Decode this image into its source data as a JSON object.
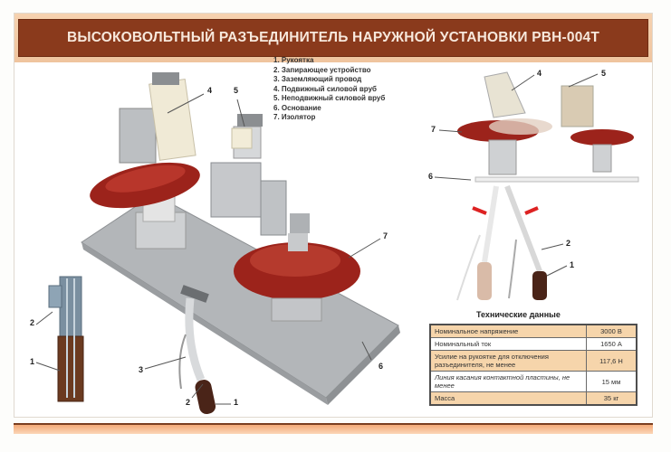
{
  "title": "Высоковольтный разъединитель наружной установки РВН-004Т",
  "legend": {
    "items": [
      "1. Рукоятка",
      "2. Запирающее устройство",
      "3. Заземляющий провод",
      "4. Подвижный силовой вруб",
      "5. Неподвижный силовой вруб",
      "6. Основание",
      "7. Изолятор"
    ]
  },
  "callouts": {
    "main": [
      "4",
      "5",
      "7",
      "6",
      "3",
      "2",
      "1"
    ],
    "lock_detail": [
      "2",
      "1"
    ],
    "side_view": [
      "4",
      "5",
      "7",
      "6",
      "2",
      "1"
    ]
  },
  "tech_data": {
    "title": "Технические данные",
    "rows": [
      {
        "label": "Номинальное напряжение",
        "value": "3000 В"
      },
      {
        "label": "Номинальный ток",
        "value": "1650 А"
      },
      {
        "label": "Усилие на рукоятке для отключения разъединителя, не менее",
        "value": "117,6 Н"
      },
      {
        "label": "Линия касания контактной пластины, не менее",
        "value": "15 мм"
      },
      {
        "label": "Масса",
        "value": "35 кг"
      }
    ]
  },
  "colors": {
    "title_bg": "#8a3a1c",
    "title_frame": "#f2c9a3",
    "insulator_red": "#9c231b",
    "table_highlight": "#f6d5ab",
    "metal_grey": "#b9bcbf"
  }
}
